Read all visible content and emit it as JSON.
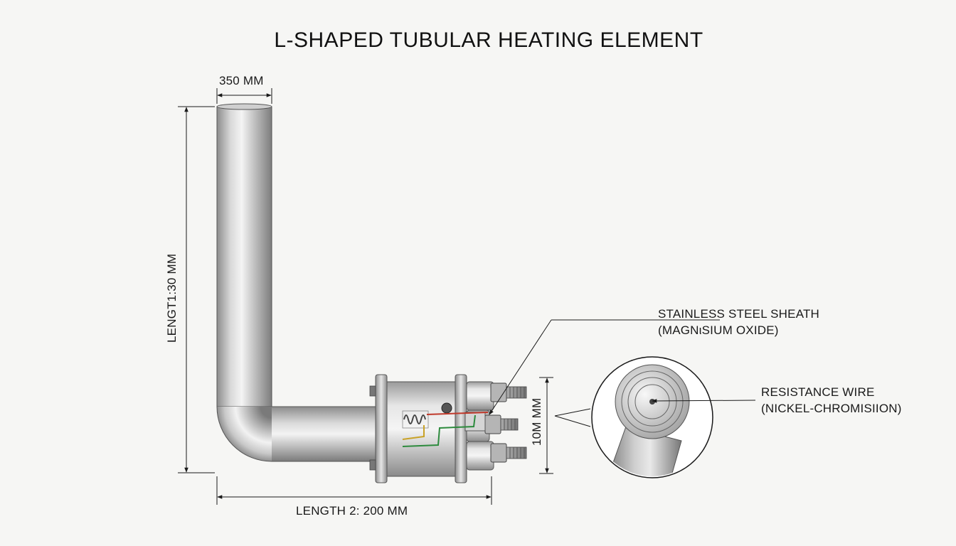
{
  "title": "L-SHAPED TUBULAR HEATING ELEMENT",
  "dimensions": {
    "diameter": "350 MM",
    "length_1": "LENGT1:30 MM",
    "length_2": "LENGTH 2: 200 MM",
    "flange_height": "10M MM"
  },
  "callouts": {
    "sheath_line1": "STAINLESS STEEL SHEATH",
    "sheath_line2": "(MAGNιSIUM OXIDE)",
    "wire_line1": "RESISTANCE WIRE",
    "wire_line2": "(NICKEL-CHROMISIION)"
  },
  "colors": {
    "background": "#f6f6f4",
    "line": "#1a1a1a",
    "wire_red": "#c0392b",
    "wire_green": "#2e8b3e",
    "wire_yellow": "#c9a227"
  }
}
